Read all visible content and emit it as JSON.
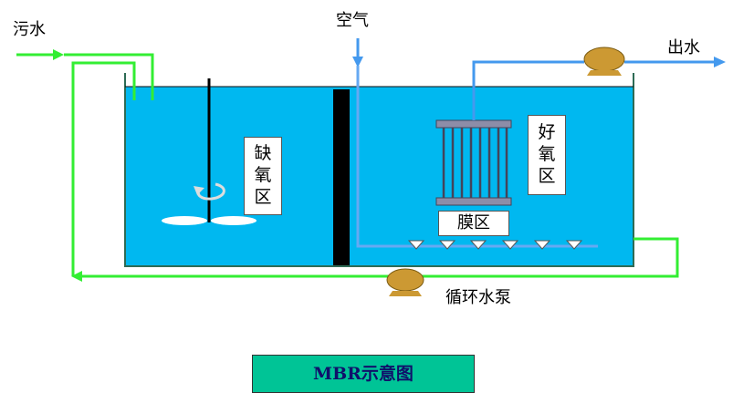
{
  "labels": {
    "sewage": "污水",
    "air": "空气",
    "effluent": "出水",
    "circulation_pump": "循环水泵"
  },
  "zones": {
    "anoxic": [
      "缺",
      "氧",
      "区"
    ],
    "aerobic": [
      "好",
      "氧",
      "区"
    ],
    "membrane": "膜区"
  },
  "caption": "MBR示意图",
  "colors": {
    "water": "#00b8f0",
    "flow_line": "#33ee33",
    "air_line": "#4499ee",
    "pump": "#cc9933",
    "caption_bg": "#00c496",
    "caption_text": "#10106a"
  }
}
